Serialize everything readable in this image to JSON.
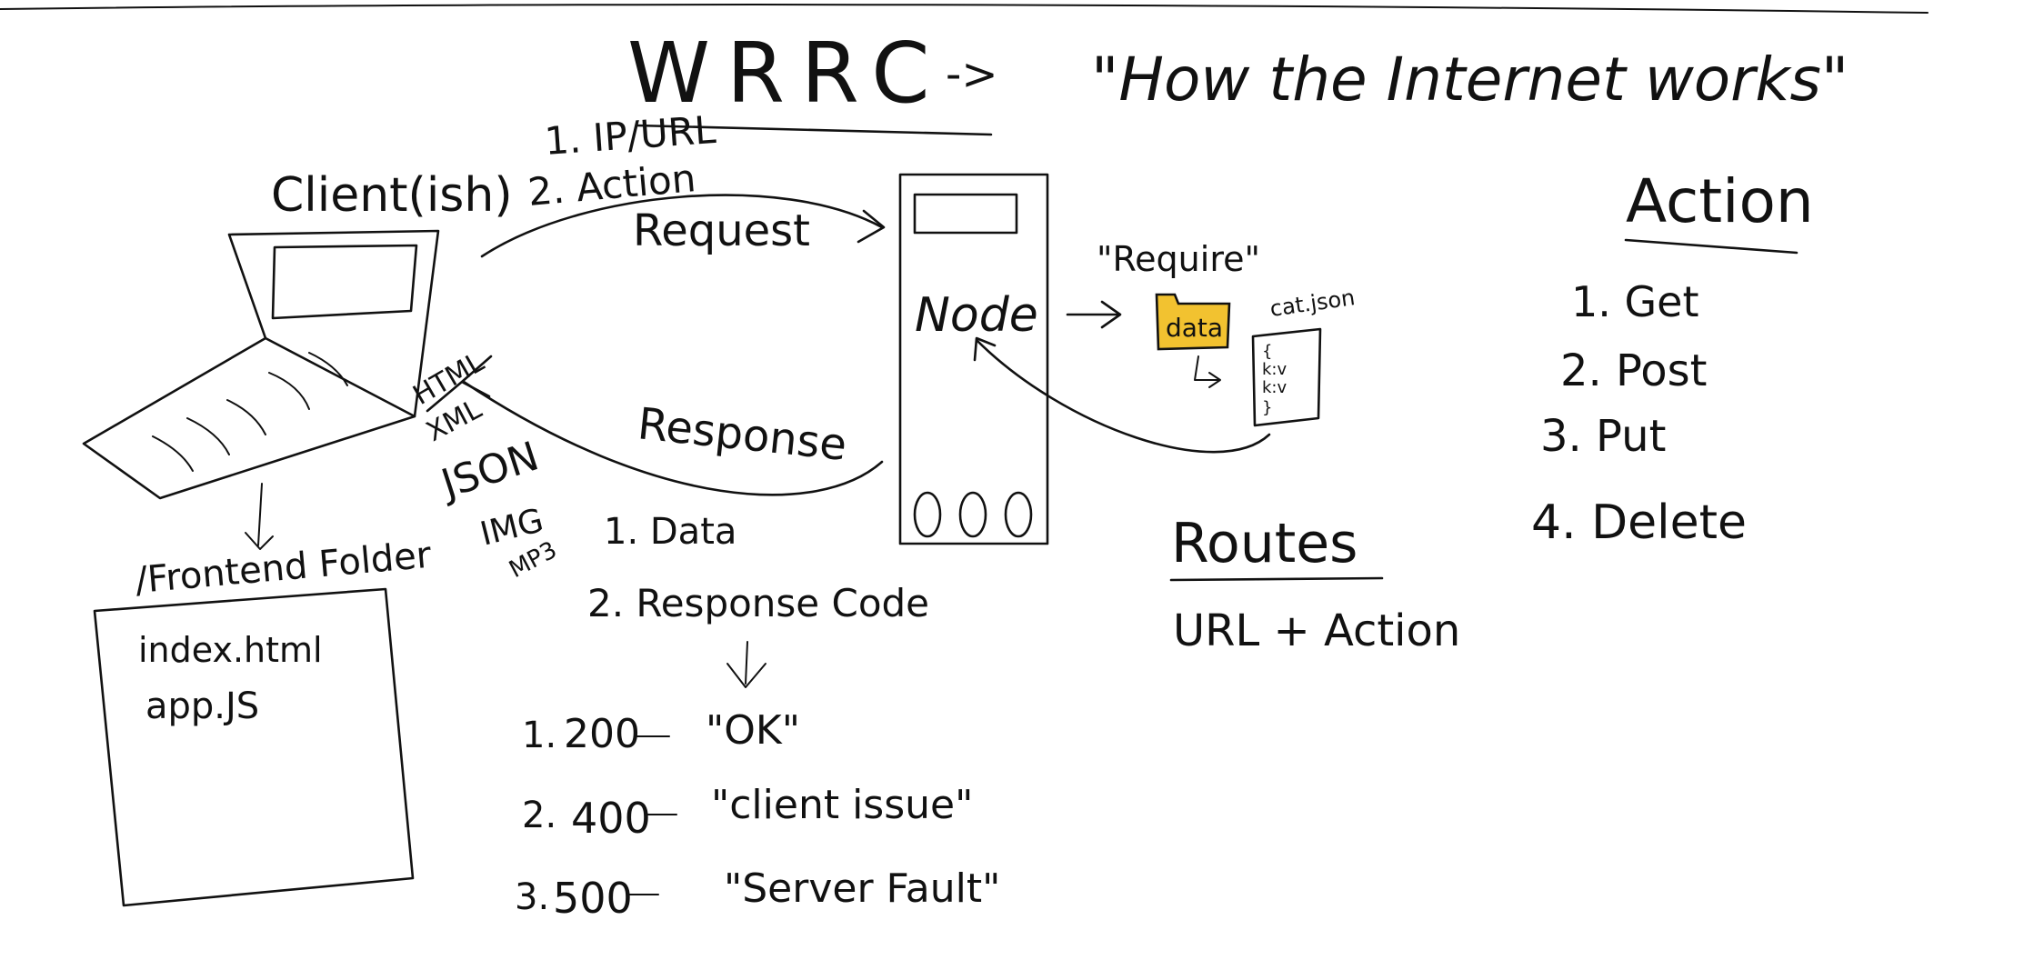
{
  "title": {
    "wrrc": "WRRC",
    "arrow": "->",
    "subtitle": "\"How the Internet works\""
  },
  "client": {
    "label": "Client(ish)",
    "frontend_folder": "/Frontend Folder",
    "files": [
      "index.html",
      "app.JS"
    ]
  },
  "request": {
    "items": [
      "1. IP/URL",
      "2. Action"
    ],
    "label": "Request"
  },
  "response": {
    "label": "Response",
    "formats": [
      "HTML",
      "XML",
      "JSON",
      "IMG",
      "MP3"
    ],
    "items": [
      "1. Data",
      "2. Response Code"
    ]
  },
  "status_codes": [
    {
      "num": "1.",
      "code": "200",
      "text": "\"OK\""
    },
    {
      "num": "2.",
      "code": "400",
      "text": "\"client issue\""
    },
    {
      "num": "3.",
      "code": "500",
      "text": "\"Server Fault\""
    }
  ],
  "server": {
    "label": "Node",
    "label_color": "#d93a3a"
  },
  "require": {
    "label": "\"Require\"",
    "data_folder": "data",
    "json_file": "cat.json",
    "json_lines": [
      "{",
      "k:v",
      "k:v",
      "}"
    ],
    "folder_color": "#f2c230"
  },
  "routes": {
    "heading": "Routes",
    "definition": "URL + Action"
  },
  "actions": {
    "heading": "Action",
    "items": [
      "1. Get",
      "2. Post",
      "3. Put",
      "4. Delete"
    ]
  }
}
